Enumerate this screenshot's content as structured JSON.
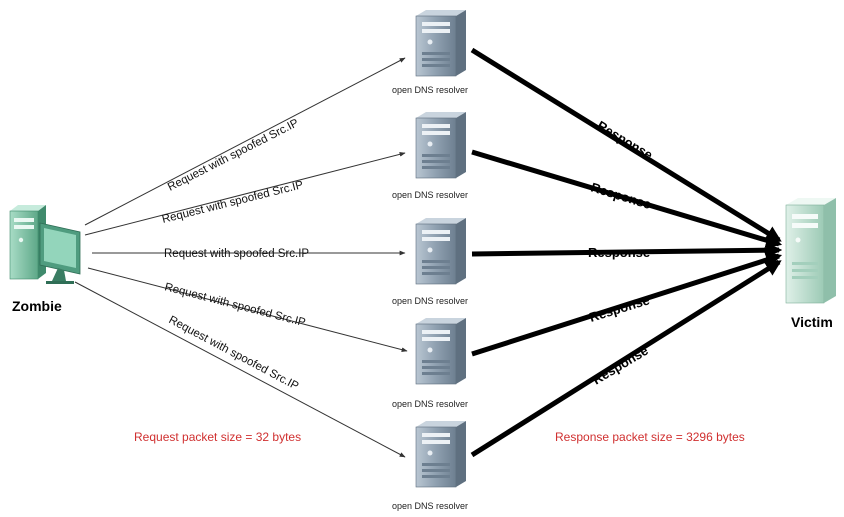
{
  "diagram": {
    "zombie_label": "Zombie",
    "victim_label": "Victim",
    "resolver_label": "open DNS resolver",
    "request_label": "Request with spoofed Src.IP",
    "response_label": "Response",
    "request_note": "Request packet size = 32 bytes",
    "response_note": "Response packet size = 3296 bytes",
    "colors": {
      "server_body": "#8fa0b0",
      "zombie_body": "#7fc2a8",
      "victim_body": "#b8dccb",
      "note_text": "#d03030",
      "request_arrow": "#333333",
      "response_arrow": "#000000"
    },
    "icons": {
      "zombie": "zombie-computer-icon",
      "resolver": "server-tower-icon",
      "victim": "victim-server-icon"
    }
  }
}
